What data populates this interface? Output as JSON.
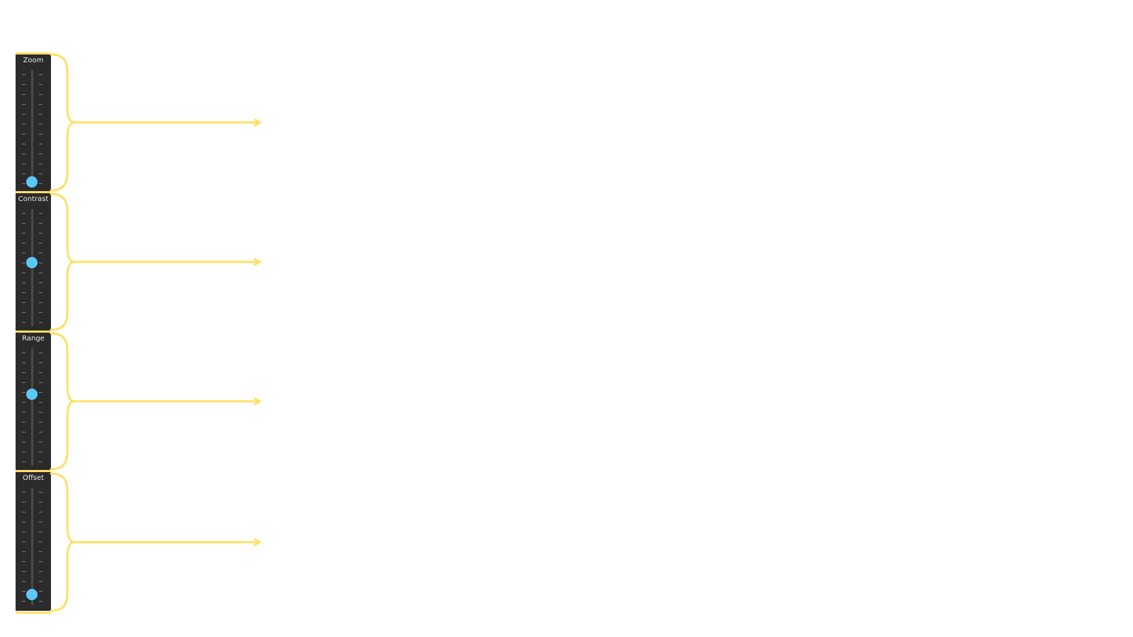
{
  "sliders": [
    {
      "label": "Zoom",
      "level": 0.0
    },
    {
      "label": "Contrast",
      "level": 0.55
    },
    {
      "label": "Range",
      "level": 0.62
    },
    {
      "label": "Offset",
      "level": 0.05
    }
  ],
  "colors": {
    "panel": "#2b2b2b",
    "thumb": "#5ac8fa",
    "annotation": "#ffe066",
    "tick": "#7a7a7a"
  }
}
